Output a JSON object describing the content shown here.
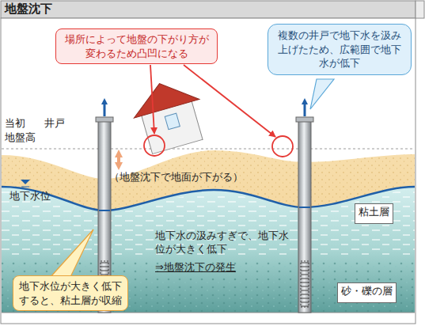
{
  "diagram": {
    "title": "地盤沈下",
    "nodes": [
      {
        "text": [
          "場所によって地盤の下がり方が変わるため凸凹になる"
        ]
      },
      {
        "text": [
          "複数の井戸で地下水を汲み上げたため、広範囲で地下水が低下"
        ]
      },
      {
        "text": [
          "粘土層"
        ]
      },
      {
        "text": [
          "砂・礫の層"
        ]
      },
      {
        "text": [
          "地下水位が大きく低下すると、粘土層が収縮"
        ]
      }
    ],
    "labels": [
      "当初",
      "井戸",
      "地盤高",
      "（地盤沈下で地面が下がる）",
      "地下水位",
      "地下水の汲みすぎで、地下水位が大きく低下",
      "⇒地盤沈下の発生"
    ]
  }
}
